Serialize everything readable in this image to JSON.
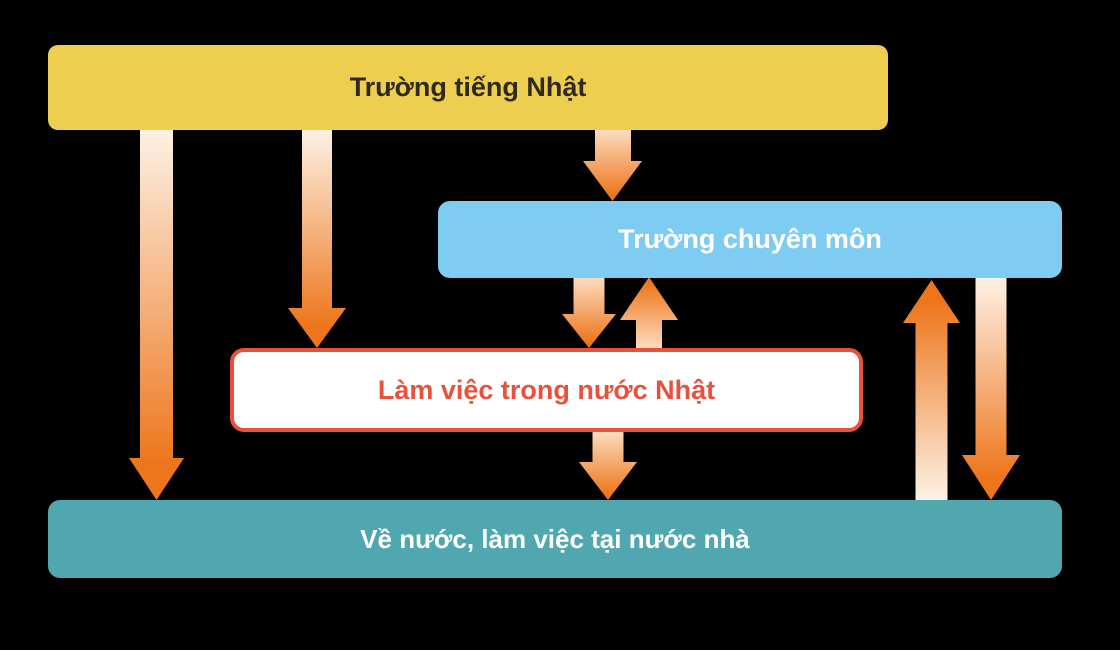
{
  "colors": {
    "background": "#000000",
    "yellow-box": "#EDCE4E",
    "yellow-box-text": "#2E2A1E",
    "blue-box": "#7FCCF2",
    "teal-box": "#50A7AF",
    "white-box-fill": "#FFFFFF",
    "white-box-border": "#E8513C",
    "white-box-text": "#E8513C",
    "box-text-light": "#FFFFFF",
    "arrow-orange": "#ED761C",
    "arrow-light": "#FDF1E5",
    "arrow-light-mid": "#FBDCBE"
  },
  "diagram": {
    "boxes": [
      {
        "id": "japanese-language-school",
        "label": "Trường tiếng Nhật"
      },
      {
        "id": "vocational-school",
        "label": "Trường chuyên môn"
      },
      {
        "id": "work-in-japan",
        "label": "Làm việc trong nước Nhật"
      },
      {
        "id": "return-home",
        "label": "Về nước, làm việc tại nước nhà"
      }
    ],
    "arrows": [
      {
        "from": "japanese-language-school",
        "to": "return-home",
        "direction": "down"
      },
      {
        "from": "japanese-language-school",
        "to": "work-in-japan",
        "direction": "down"
      },
      {
        "from": "japanese-language-school",
        "to": "vocational-school",
        "direction": "down"
      },
      {
        "from": "vocational-school",
        "to": "work-in-japan",
        "direction": "down"
      },
      {
        "from": "work-in-japan",
        "to": "vocational-school",
        "direction": "up"
      },
      {
        "from": "work-in-japan",
        "to": "return-home",
        "direction": "down"
      },
      {
        "from": "return-home",
        "to": "vocational-school",
        "direction": "up"
      },
      {
        "from": "vocational-school",
        "to": "return-home",
        "direction": "down"
      }
    ]
  }
}
